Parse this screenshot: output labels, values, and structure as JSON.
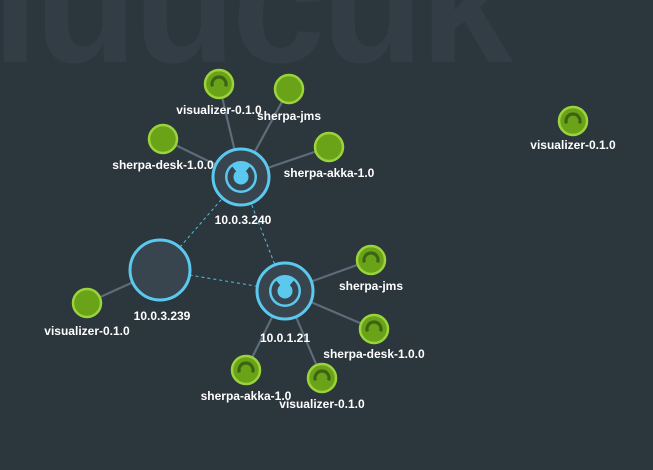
{
  "watermark": "luucuk",
  "colors": {
    "background": "#2c363d",
    "link": "#5c6c78",
    "dashed_link": "#4fc3e8",
    "host_stroke": "#5bc8ee",
    "host_fill": "#38454f",
    "service_fill": "#6aa318",
    "service_stroke": "#9bd43a"
  },
  "hosts": [
    {
      "id": "h240",
      "label": "10.0.3.240",
      "icon": "loading-ring-icon"
    },
    {
      "id": "h239",
      "label": "10.0.3.239",
      "icon": ""
    },
    {
      "id": "h121",
      "label": "10.0.1.21",
      "icon": "loading-ring-icon"
    }
  ],
  "services": [
    {
      "id": "s1",
      "label": "visualizer-0.1.0",
      "host": "h240",
      "icon": "ring-icon"
    },
    {
      "id": "s2",
      "label": "sherpa-jms",
      "host": "h240",
      "icon": ""
    },
    {
      "id": "s3",
      "label": "sherpa-desk-1.0.0",
      "host": "h240",
      "icon": ""
    },
    {
      "id": "s4",
      "label": "sherpa-akka-1.0",
      "host": "h240",
      "icon": ""
    },
    {
      "id": "s5",
      "label": "visualizer-0.1.0",
      "host": "h239",
      "icon": ""
    },
    {
      "id": "s6",
      "label": "sherpa-jms",
      "host": "h121",
      "icon": "ring-icon"
    },
    {
      "id": "s7",
      "label": "sherpa-desk-1.0.0",
      "host": "h121",
      "icon": "ring-icon"
    },
    {
      "id": "s8",
      "label": "sherpa-akka-1.0",
      "host": "h121",
      "icon": "ring-icon"
    },
    {
      "id": "s9",
      "label": "visualizer-0.1.0",
      "host": "h121",
      "icon": "ring-icon"
    },
    {
      "id": "s10",
      "label": "visualizer-0.1.0",
      "host": "",
      "icon": "ring-icon"
    }
  ],
  "host_links": [
    {
      "from": "h240",
      "to": "h239"
    },
    {
      "from": "h240",
      "to": "h121"
    },
    {
      "from": "h239",
      "to": "h121"
    }
  ]
}
